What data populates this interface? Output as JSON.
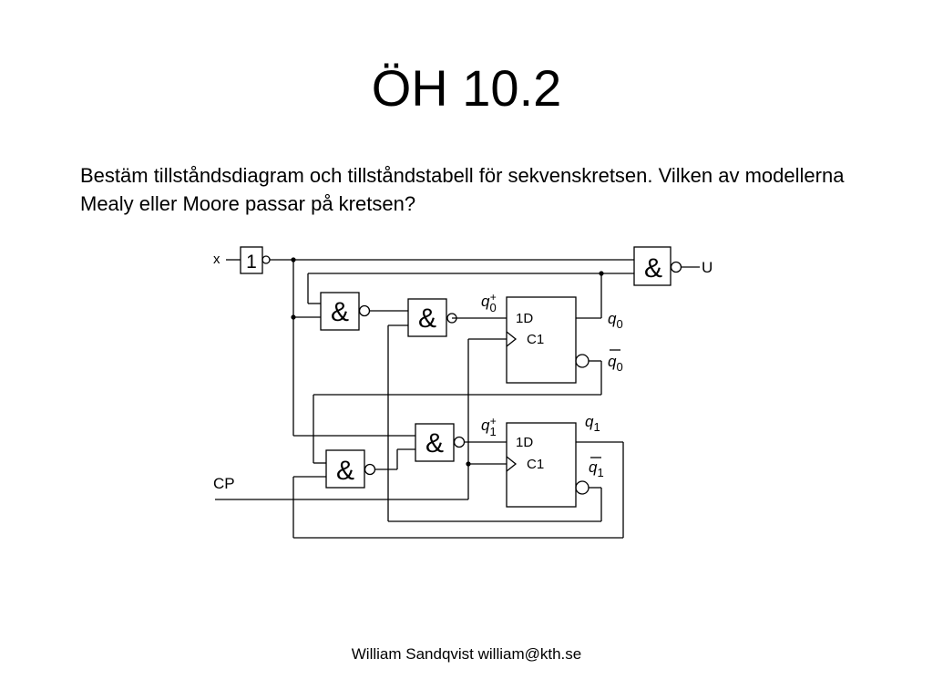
{
  "title": "ÖH 10.2",
  "task_text": "Bestäm tillståndsdiagram och tillståndstabell för sekvenskretsen. Vilken av modellerna Mealy eller Moore passar på kretsen?",
  "footer": "William Sandqvist william@kth.se",
  "circuit": {
    "input_x": "x",
    "input_cp": "CP",
    "output_u": "U",
    "inverter_symbol": "1",
    "and_symbol": "&",
    "ff0": {
      "d_label": "1D",
      "c_label": "C1"
    },
    "ff1": {
      "d_label": "1D",
      "c_label": "C1"
    },
    "q0_plus": {
      "base": "q",
      "sub": "0",
      "sup": "+"
    },
    "q1_plus": {
      "base": "q",
      "sub": "1",
      "sup": "+"
    },
    "q0": {
      "base": "q",
      "sub": "0"
    },
    "q0_bar": {
      "base": "q",
      "sub": "0"
    },
    "q1": {
      "base": "q",
      "sub": "1"
    },
    "q1_bar": {
      "base": "q",
      "sub": "1"
    }
  }
}
